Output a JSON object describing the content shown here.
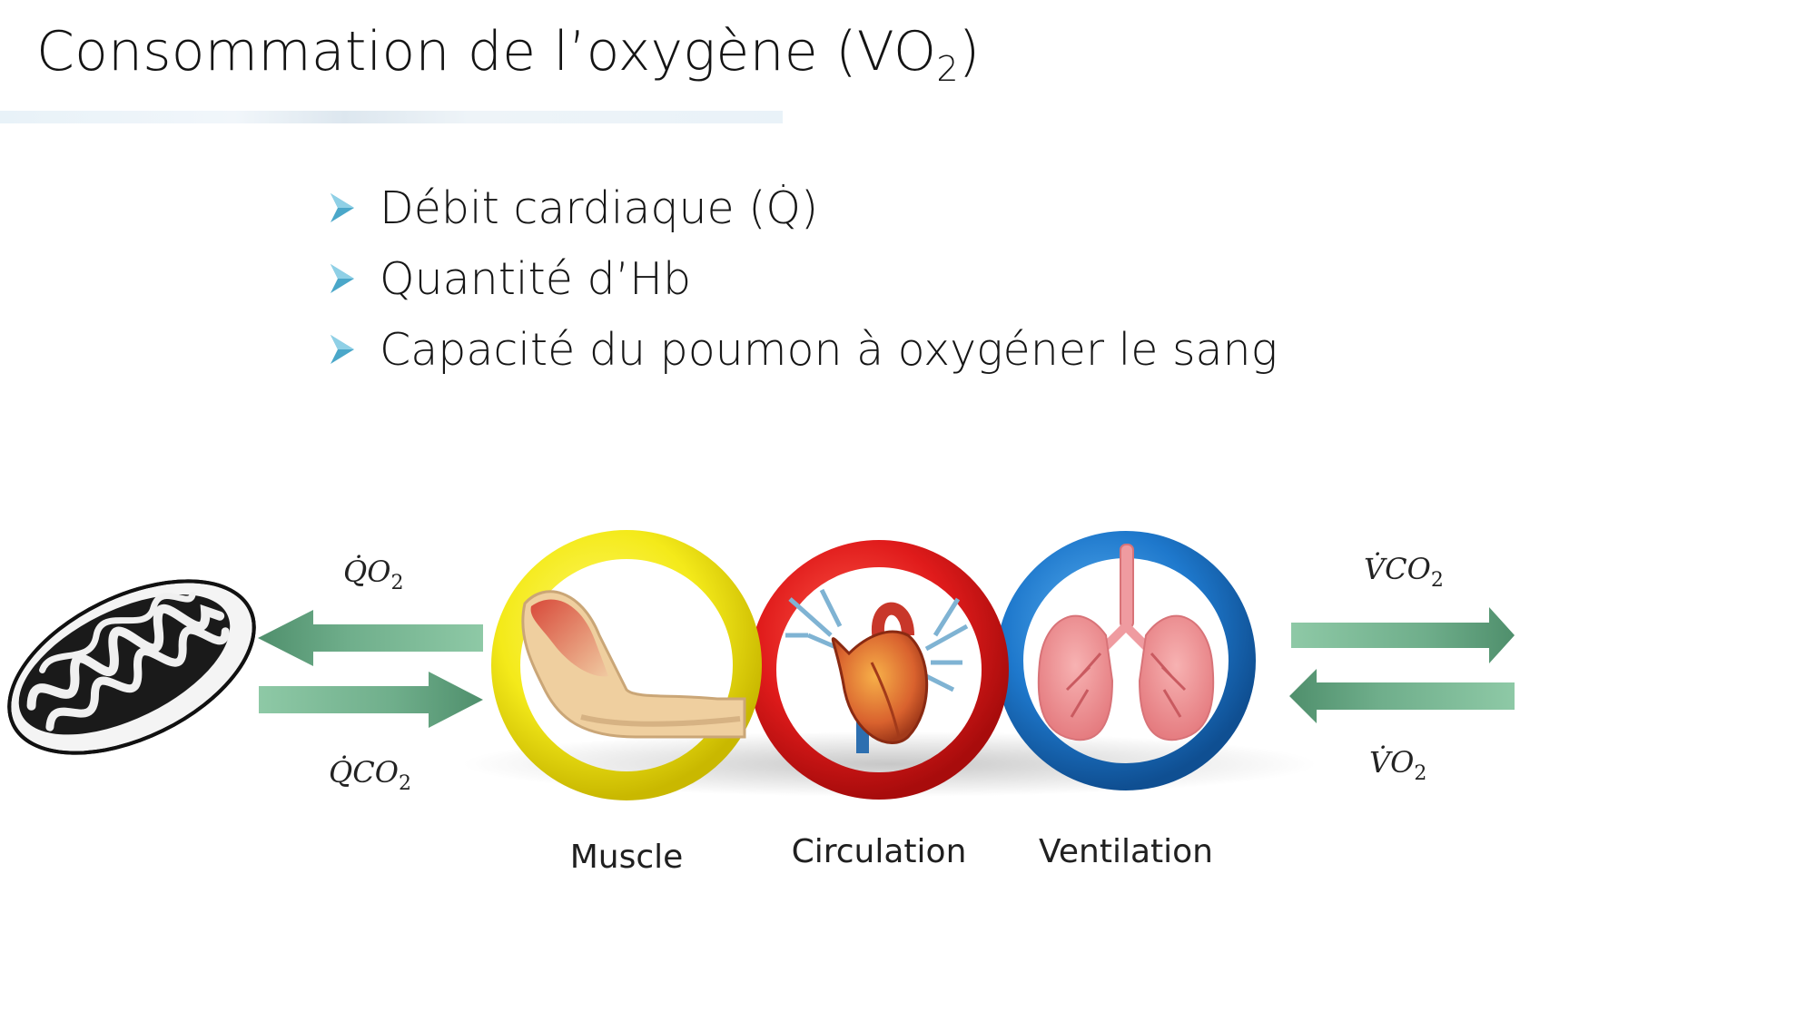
{
  "slide": {
    "title": {
      "main": "Consommation de l’oxygène (VO",
      "sub": "2",
      "close": ")"
    },
    "bullets": [
      "Débit cardiaque (Q̇)",
      "Quantité d’Hb",
      "Capacité du poumon à oxygéner le sang"
    ]
  },
  "diagram": {
    "rings": [
      {
        "label": "Muscle",
        "color": "#f4ea1a"
      },
      {
        "label": "Circulation",
        "color": "#e01b1b"
      },
      {
        "label": "Ventilation",
        "color": "#1e78cc"
      }
    ],
    "left_flux": {
      "top": {
        "base": "Q̇O",
        "sub": "2"
      },
      "bottom": {
        "base": "Q̇CO",
        "sub": "2"
      }
    },
    "right_flux": {
      "top": {
        "base": "V̇CO",
        "sub": "2"
      },
      "bottom": {
        "base": "V̇O",
        "sub": "2"
      }
    },
    "colors": {
      "arrow": "#6fae8b",
      "bullet_arrow": "#4aa7c9",
      "heart": "#d9622e",
      "lung": "#ef8f91"
    }
  }
}
